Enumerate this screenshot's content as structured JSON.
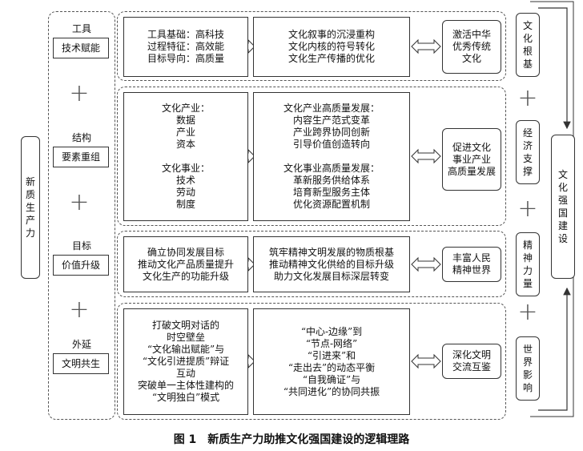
{
  "left_label": [
    "新",
    "质",
    "生",
    "产",
    "力"
  ],
  "rows": [
    {
      "category": "工具",
      "name": "技术赋能",
      "col1": [
        "工具基础：高科技",
        "过程特征：高效能",
        "目标导向：高质量"
      ],
      "col2": [
        "文化叙事的沉浸重构",
        "文化内核的符号转化",
        "文化生产传播的优化"
      ],
      "col3": [
        "激活中华",
        "优秀传统",
        "文化"
      ],
      "right": [
        "文",
        "化",
        "根",
        "基"
      ]
    },
    {
      "category": "结构",
      "name": "要素重组",
      "col1": [
        "文化产业：",
        "数据",
        "产业",
        "资本",
        "",
        "文化事业：",
        "技术",
        "劳动",
        "制度"
      ],
      "col2": [
        "文化产业高质量发展：",
        "内容生产范式变革",
        "产业跨界协同创新",
        "引导价值创造转向",
        "",
        "文化事业高质量发展：",
        "革新服务供给体系",
        "培育新型服务主体",
        "优化资源配置机制"
      ],
      "col3": [
        "促进文化",
        "事业产业",
        "高质量发展"
      ],
      "right": [
        "经",
        "济",
        "支",
        "撑"
      ]
    },
    {
      "category": "目标",
      "name": "价值升级",
      "col1": [
        "确立协同发展目标",
        "推动文化产品质量提升",
        "文化生产的功能升级"
      ],
      "col2": [
        "筑牢精神文明发展的物质根基",
        "推动精神文化供给的目标升级",
        "助力文化发展目标深层转变"
      ],
      "col3": [
        "丰富人民",
        "精神世界"
      ],
      "right": [
        "精",
        "神",
        "力",
        "量"
      ]
    },
    {
      "category": "外延",
      "name": "文明共生",
      "col1": [
        "打破文明对话的",
        "时空壁垒",
        "“文化输出赋能”与",
        "“文化引进提质”辩证",
        "互动",
        "突破单一主体性建构的",
        "“文明独白”模式"
      ],
      "col2": [
        "“中心-边缘”到",
        "“节点-网络”",
        "“引进来”和",
        "“走出去”的动态平衡",
        "“自我确证”与",
        "“共同进化”的协同共振"
      ],
      "col3": [
        "深化文明",
        "交流互鉴"
      ],
      "right": [
        "世",
        "界",
        "影",
        "响"
      ]
    }
  ],
  "final_label": [
    "文",
    "化",
    "强",
    "国",
    "建",
    "设"
  ],
  "plus_symbol": "+",
  "caption": "图 1　新质生产力助推文化强国建设的逻辑理路"
}
